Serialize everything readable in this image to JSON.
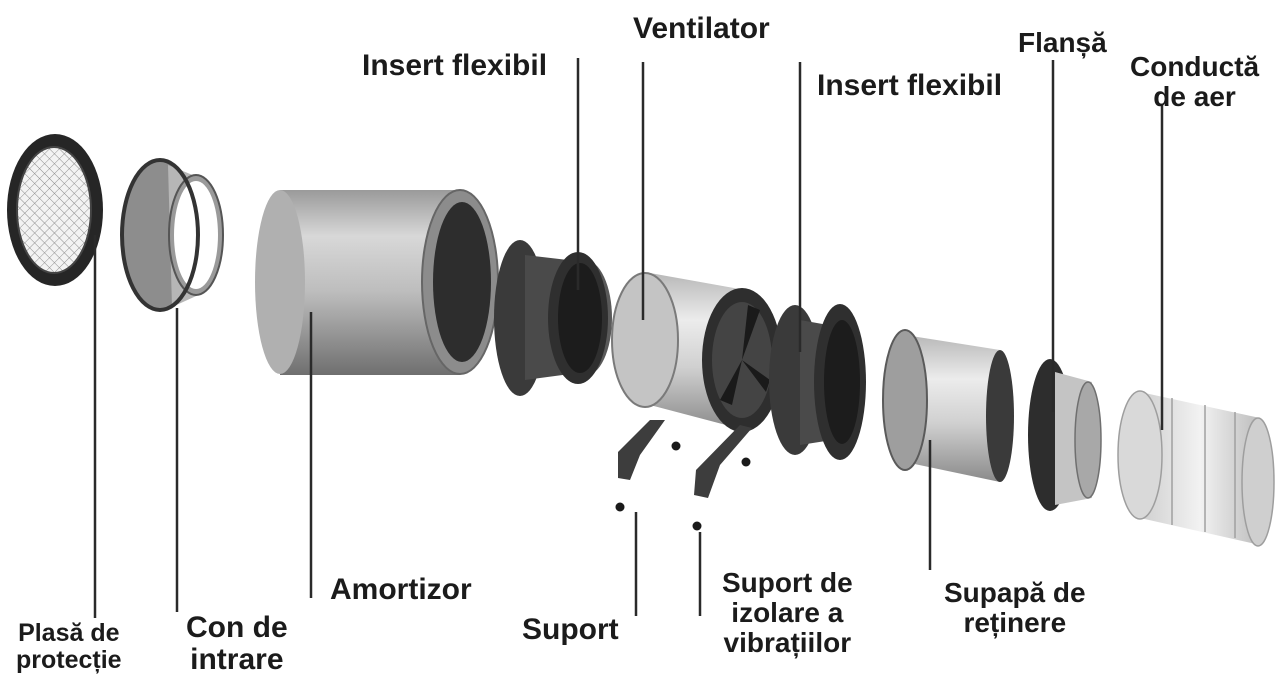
{
  "diagram": {
    "labels": {
      "plasa": [
        "Plasă de",
        "protecție"
      ],
      "con_intrare": [
        "Con de",
        "intrare"
      ],
      "amortizor": "Amortizor",
      "insert1": "Insert flexibil",
      "ventilator": "Ventilator",
      "suport": "Suport",
      "suport_izolare": [
        "Suport de",
        "izolare a",
        "vibrațiilor"
      ],
      "insert2": "Insert flexibil",
      "supapa": [
        "Supapă de",
        "reținere"
      ],
      "flansa": "Flanșă",
      "conducta": [
        "Conductă",
        "de aer"
      ]
    },
    "colors": {
      "line": "#2a2a2a",
      "flange_dark": "#2b2b2b",
      "metal_light": "#d6d6d6",
      "metal_mid": "#a9a9a9",
      "metal_dark": "#6e6e6e",
      "duct_light": "#e6e6e6"
    }
  }
}
